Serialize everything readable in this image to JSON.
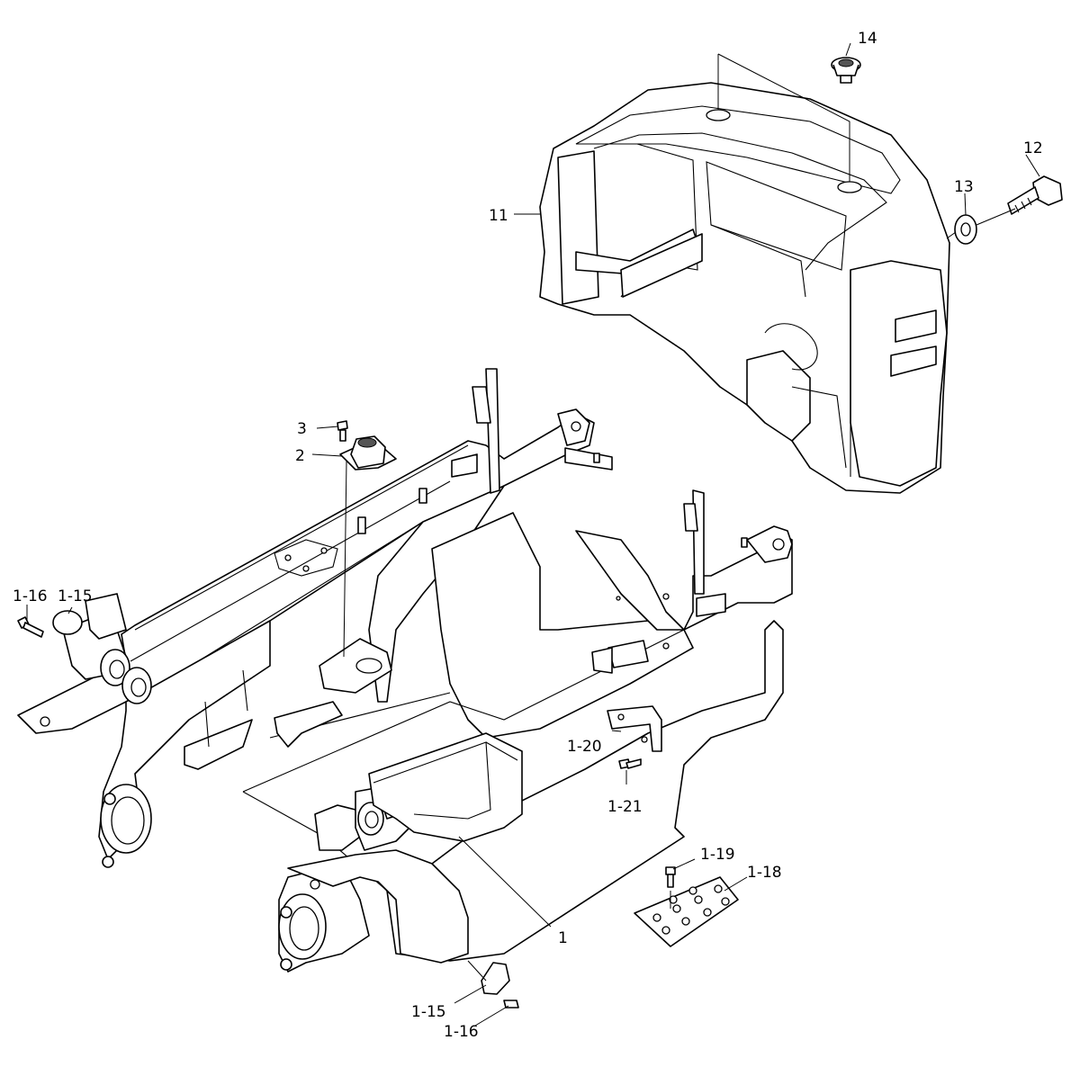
{
  "labels": {
    "p14": "14",
    "p12": "12",
    "p13": "13",
    "p11": "11",
    "p3": "3",
    "p2": "2",
    "p1_16_a": "1-16",
    "p1_15_a": "1-15",
    "p1_20": "1-20",
    "p1_21": "1-21",
    "p1_19": "1-19",
    "p1_18": "1-18",
    "p1": "1",
    "p1_15_b": "1-15",
    "p1_16_b": "1-16"
  },
  "colors": {
    "line": "#000000",
    "background": "#ffffff"
  }
}
